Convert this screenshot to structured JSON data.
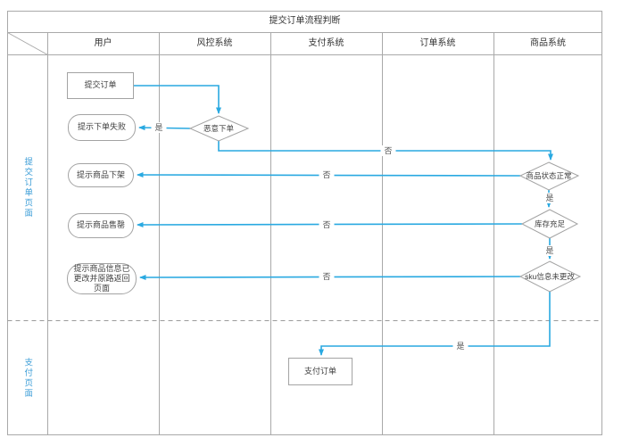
{
  "title": "提交订单流程判断",
  "lanes": [
    {
      "label": "用户"
    },
    {
      "label": "风控系统"
    },
    {
      "label": "支付系统"
    },
    {
      "label": "订单系统"
    },
    {
      "label": "商品系统"
    }
  ],
  "bands": [
    {
      "label": "提交订单页面"
    },
    {
      "label": "支付页面"
    }
  ],
  "nodes": {
    "submit_order": {
      "label": "提交订单",
      "type": "process"
    },
    "malicious_order": {
      "label": "恶意下单",
      "type": "decision"
    },
    "order_fail": {
      "label": "提示下单失败",
      "type": "terminator"
    },
    "product_removed": {
      "label": "提示商品下架",
      "type": "terminator"
    },
    "product_status_ok": {
      "label": "商品状态正常",
      "type": "decision"
    },
    "sold_out": {
      "label": "提示商品售罄",
      "type": "terminator"
    },
    "stock_sufficient": {
      "label": "库存充足",
      "type": "decision"
    },
    "info_changed": {
      "label": "提示商品信息已更改并原路返回页面",
      "type": "terminator"
    },
    "sku_unchanged": {
      "label": "sku信息未更改",
      "type": "decision"
    },
    "pay_order": {
      "label": "支付订单",
      "type": "process"
    }
  },
  "edge_labels": {
    "yes": "是",
    "no": "否"
  },
  "colors": {
    "flow_line": "#29a9e1",
    "grid_line": "#a9a9a9",
    "shape_border": "#a3a3a3",
    "band_label_text": "#3f9fd8"
  }
}
